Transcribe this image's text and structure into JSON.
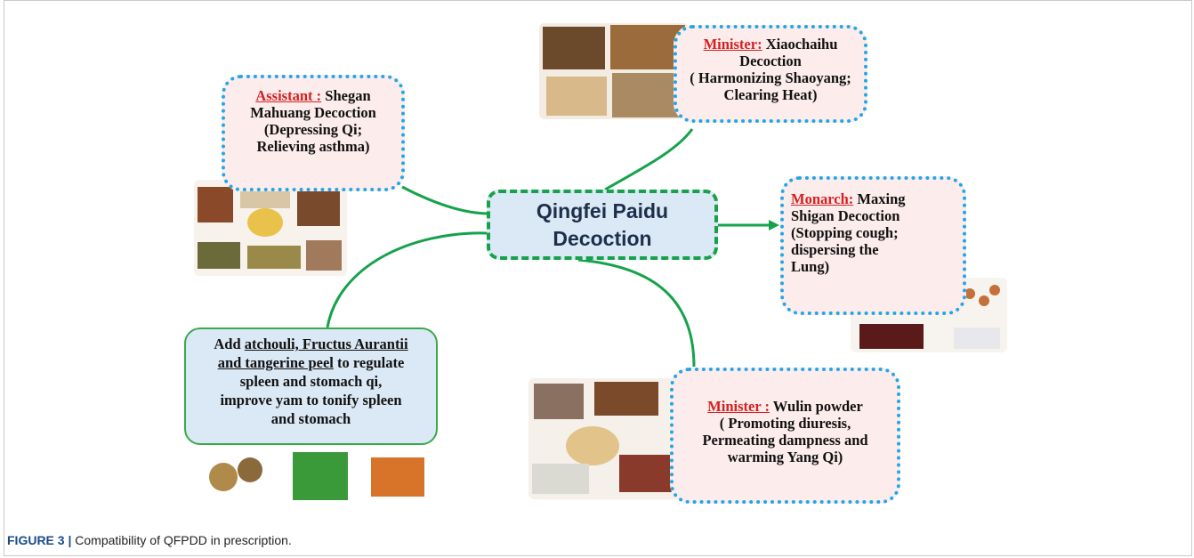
{
  "center": {
    "line1": "Qingfei Paidu",
    "line2": "Decoction"
  },
  "assistant": {
    "role": "Assistant :",
    "line1": " Shegan",
    "line2": "Mahuang Decoction",
    "line3": "(Depressing Qi;",
    "line4": "Relieving asthma)"
  },
  "minister_top": {
    "role": "Minister:",
    "line1": " Xiaochaihu",
    "line2": "Decoction",
    "line3": "( Harmonizing Shaoyang;",
    "line4": "Clearing Heat)"
  },
  "monarch": {
    "role": "Monarch:",
    "line1": " Maxing",
    "line2": "Shigan Decoction",
    "line3": "(Stopping cough;",
    "line4": "dispersing the",
    "line5": "Lung)"
  },
  "minister_bottom": {
    "role": "Minister :",
    "line1": " Wulin powder",
    "line2": "( Promoting diuresis,",
    "line3": "Permeating dampness and",
    "line4": "warming Yang Qi)"
  },
  "add_box": {
    "pre": "Add ",
    "u1": "atchouli, Fructus Aurantii",
    "u2": "and tangerine peel",
    "post1": " to regulate",
    "line3": "spleen and stomach qi,",
    "line4": "improve yam to tonify spleen",
    "line5": "and stomach"
  },
  "caption": {
    "label": "FIGURE 3 |",
    "text": " Compatibility of QFPDD in prescription."
  },
  "colors": {
    "dotted_border": "#1fa7e6",
    "connector": "#16a24a",
    "role_text": "#d62020",
    "box_fill": "#fcecec",
    "center_fill": "#dbe8f5"
  }
}
